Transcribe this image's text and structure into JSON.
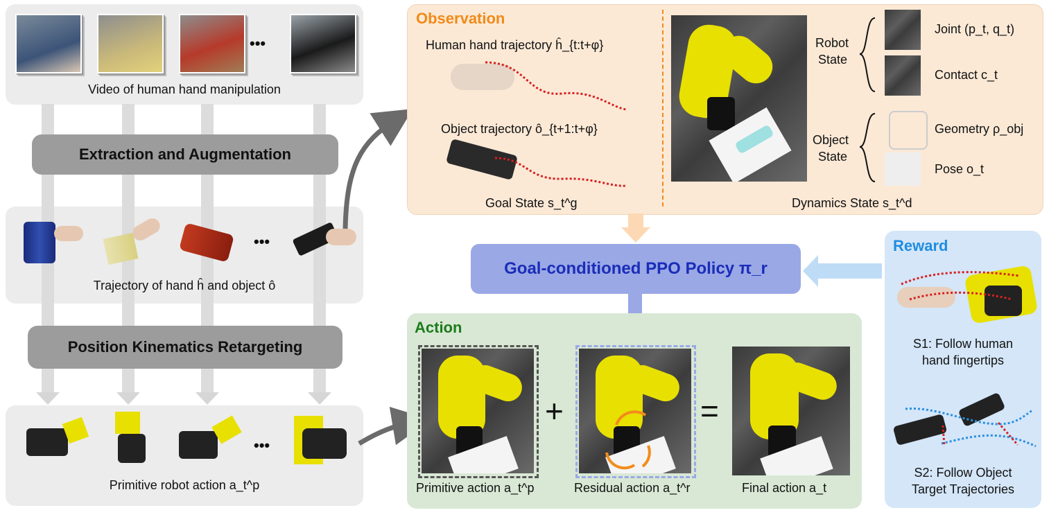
{
  "left": {
    "video_caption": "Video of human hand manipulation",
    "video_ellipsis": "•••",
    "extraction_label": "Extraction and Augmentation",
    "trajectory_caption": "Trajectory of hand ĥ and object ô",
    "trajectory_ellipsis": "•••",
    "retarget_label": "Position Kinematics Retargeting",
    "robot_caption": "Primitive robot action a_t^p",
    "robot_ellipsis": "•••"
  },
  "observation": {
    "title": "Observation",
    "hand_traj_label": "Human hand trajectory ĥ_{t:t+φ}",
    "object_traj_label": "Object trajectory ô_{t+1:t+φ}",
    "goal_state_label": "Goal State s_t^g",
    "dynamics_state_label": "Dynamics State s_t^d",
    "robot_state_label": [
      "Robot",
      "State"
    ],
    "object_state_label": [
      "Object",
      "State"
    ],
    "joint_label": "Joint (p_t, q_t)",
    "contact_label": "Contact c_t",
    "geometry_label": "Geometry ρ_obj",
    "pose_label": "Pose o_t"
  },
  "policy": {
    "label": "Goal-conditioned PPO Policy π_r"
  },
  "action": {
    "title": "Action",
    "plus": "+",
    "equals": "=",
    "primitive_label": "Primitive action a_t^p",
    "residual_label": "Residual action a_t^r",
    "final_label": "Final action a_t"
  },
  "reward": {
    "title": "Reward",
    "s1_label": [
      "S1: Follow human",
      "hand fingertips"
    ],
    "s2_label": [
      "S2: Follow Object",
      "Target Trajectories"
    ]
  },
  "colors": {
    "obs_title": "#f08a19",
    "action_title": "#1b7b1b",
    "reward_title": "#1f8de0",
    "policy_text": "#1a2db8",
    "robot_yellow": "#e8e000",
    "traj_red": "#d82020",
    "traj_blue": "#2a8fe0"
  }
}
